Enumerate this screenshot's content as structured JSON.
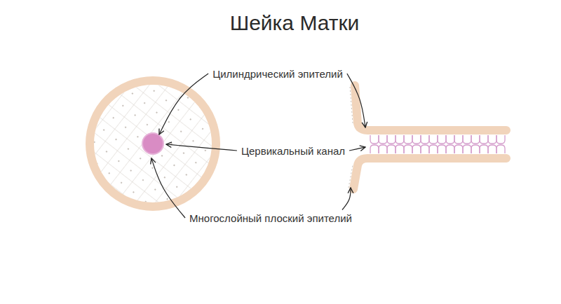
{
  "diagram": {
    "title": "Шейка Матки",
    "labels": [
      "Цилиндрический эпителий",
      "Цервикальный канал",
      "Многослойный плоский эпителий"
    ]
  }
}
